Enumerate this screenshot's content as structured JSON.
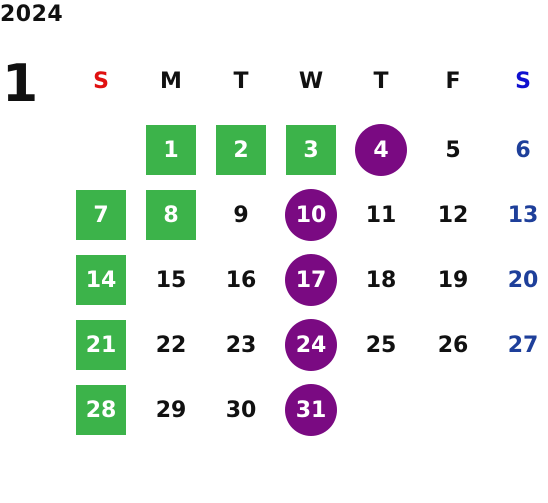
{
  "calendar": {
    "year": "2024",
    "month": "1",
    "weekdays": [
      {
        "label": "S",
        "color": "#e01010"
      },
      {
        "label": "M",
        "color": "#111111"
      },
      {
        "label": "T",
        "color": "#111111"
      },
      {
        "label": "W",
        "color": "#111111"
      },
      {
        "label": "T",
        "color": "#111111"
      },
      {
        "label": "F",
        "color": "#111111"
      },
      {
        "label": "S",
        "color": "#1010d0"
      }
    ],
    "weeks": [
      [
        null,
        {
          "day": "1",
          "style": "green"
        },
        {
          "day": "2",
          "style": "green"
        },
        {
          "day": "3",
          "style": "green"
        },
        {
          "day": "4",
          "style": "purple"
        },
        {
          "day": "5",
          "style": "plain"
        },
        {
          "day": "6",
          "style": "sat"
        }
      ],
      [
        {
          "day": "7",
          "style": "green"
        },
        {
          "day": "8",
          "style": "green"
        },
        {
          "day": "9",
          "style": "plain"
        },
        {
          "day": "10",
          "style": "purple"
        },
        {
          "day": "11",
          "style": "plain"
        },
        {
          "day": "12",
          "style": "plain"
        },
        {
          "day": "13",
          "style": "sat"
        }
      ],
      [
        {
          "day": "14",
          "style": "green"
        },
        {
          "day": "15",
          "style": "plain"
        },
        {
          "day": "16",
          "style": "plain"
        },
        {
          "day": "17",
          "style": "purple"
        },
        {
          "day": "18",
          "style": "plain"
        },
        {
          "day": "19",
          "style": "plain"
        },
        {
          "day": "20",
          "style": "sat"
        }
      ],
      [
        {
          "day": "21",
          "style": "green"
        },
        {
          "day": "22",
          "style": "plain"
        },
        {
          "day": "23",
          "style": "plain"
        },
        {
          "day": "24",
          "style": "purple"
        },
        {
          "day": "25",
          "style": "plain"
        },
        {
          "day": "26",
          "style": "plain"
        },
        {
          "day": "27",
          "style": "sat"
        }
      ],
      [
        {
          "day": "28",
          "style": "green"
        },
        {
          "day": "29",
          "style": "plain"
        },
        {
          "day": "30",
          "style": "plain"
        },
        {
          "day": "31",
          "style": "purple"
        },
        null,
        null,
        null
      ]
    ]
  },
  "colors": {
    "green": "#3cb34a",
    "purple": "#7a0a82",
    "saturday_text": "#1e3f9a"
  }
}
